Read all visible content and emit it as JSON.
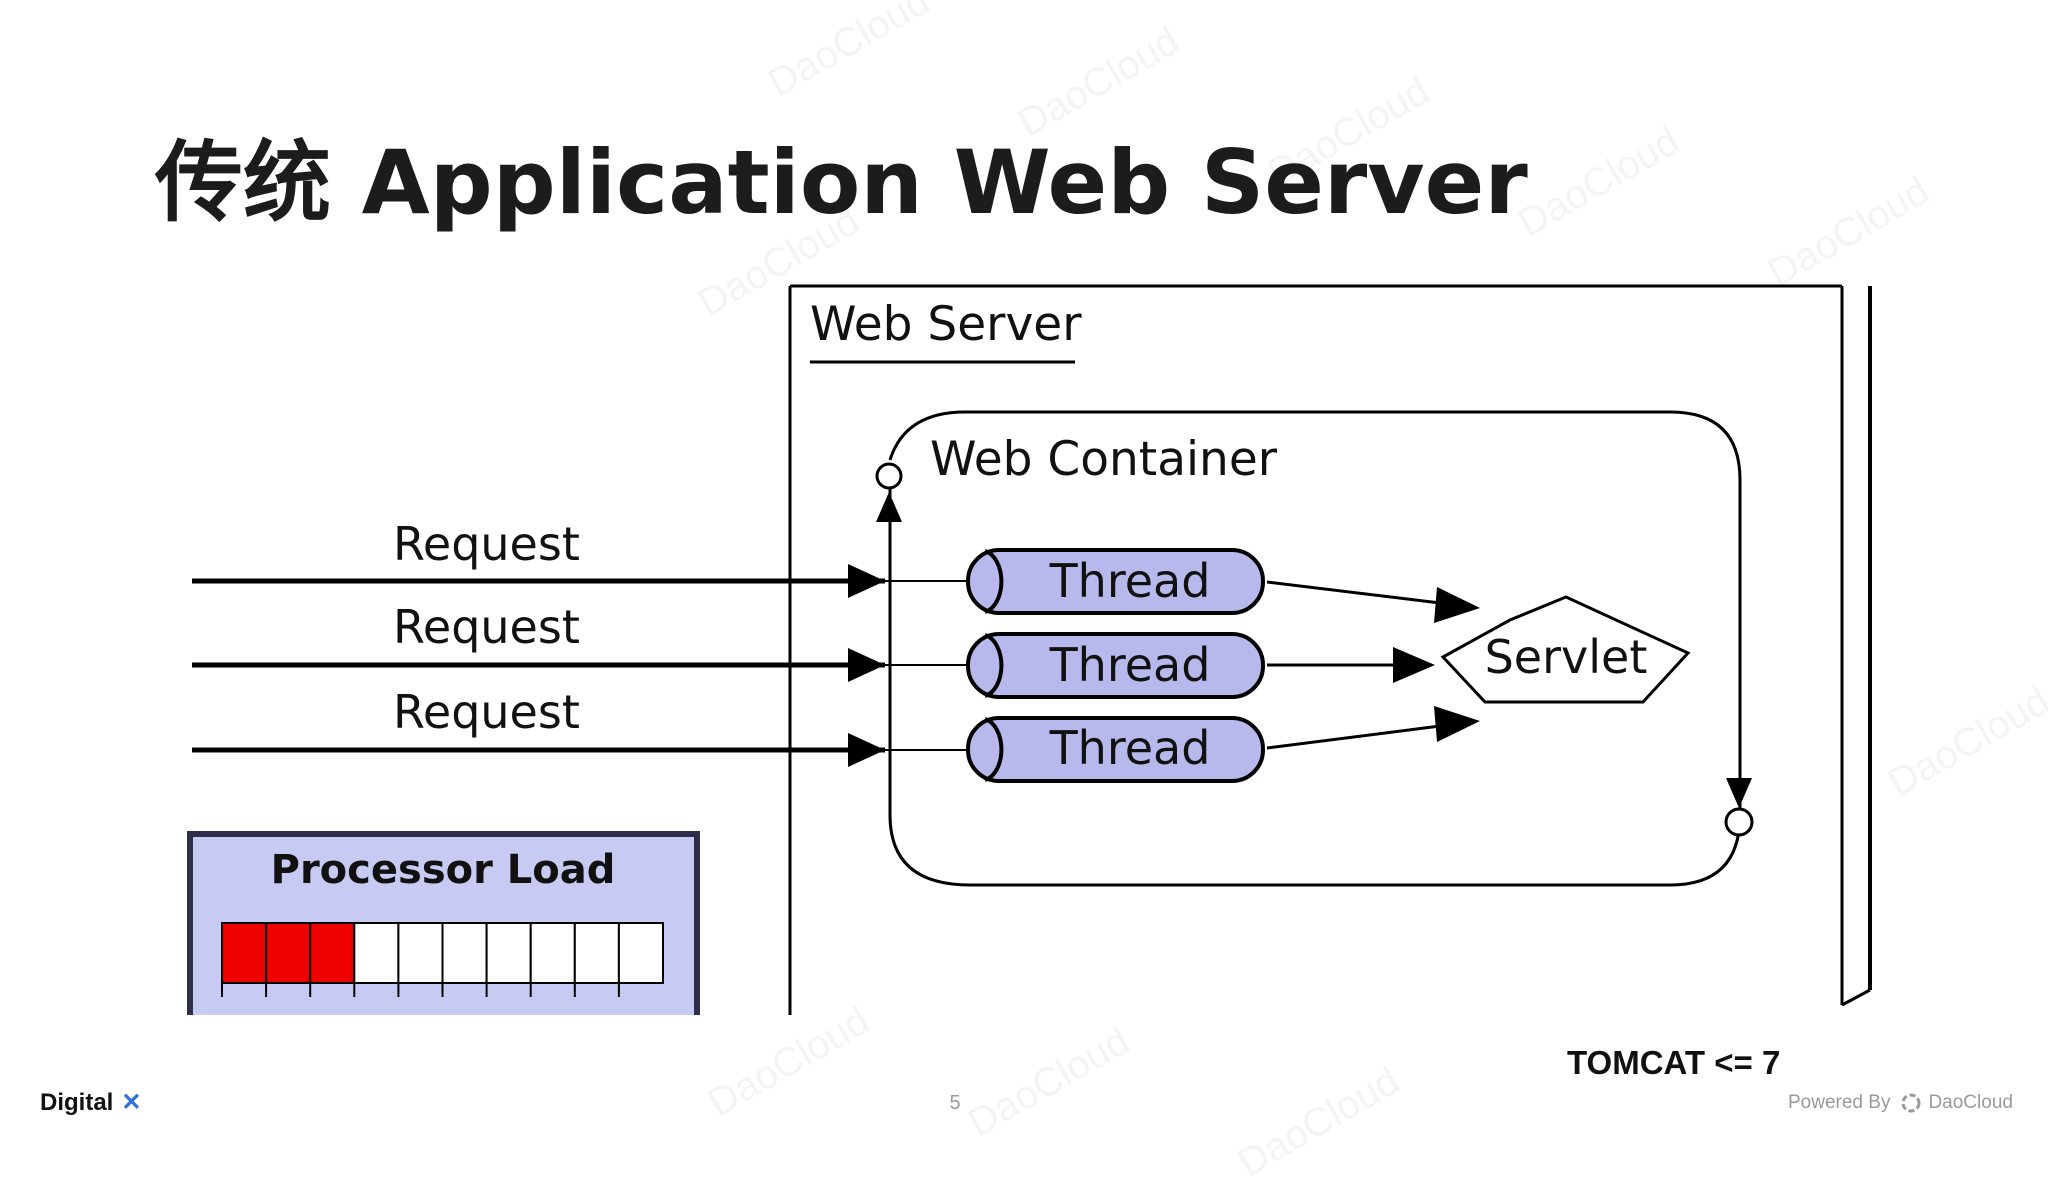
{
  "slide": {
    "title": "传统  Application Web Server",
    "page_number": "5",
    "footer_brand": "Digital",
    "footer_brand_mark": "✕",
    "version_note": "TOMCAT <= 7",
    "powered_by_label": "Powered By",
    "powered_by_brand": "DaoCloud",
    "watermark_text": "DaoCloud"
  },
  "diagram": {
    "web_server_label": "Web Server",
    "web_container_label": "Web Container",
    "requests": [
      "Request",
      "Request",
      "Request"
    ],
    "threads": [
      "Thread",
      "Thread",
      "Thread"
    ],
    "servlet_label": "Servlet",
    "processor": {
      "label": "Processor Load",
      "total_cells": 10,
      "filled_cells": 3
    },
    "colors": {
      "thread_fill": "#b7b9ec",
      "processor_fill": "#c7cbf3",
      "load_fill": "#ee0000",
      "line": "#000000"
    }
  }
}
